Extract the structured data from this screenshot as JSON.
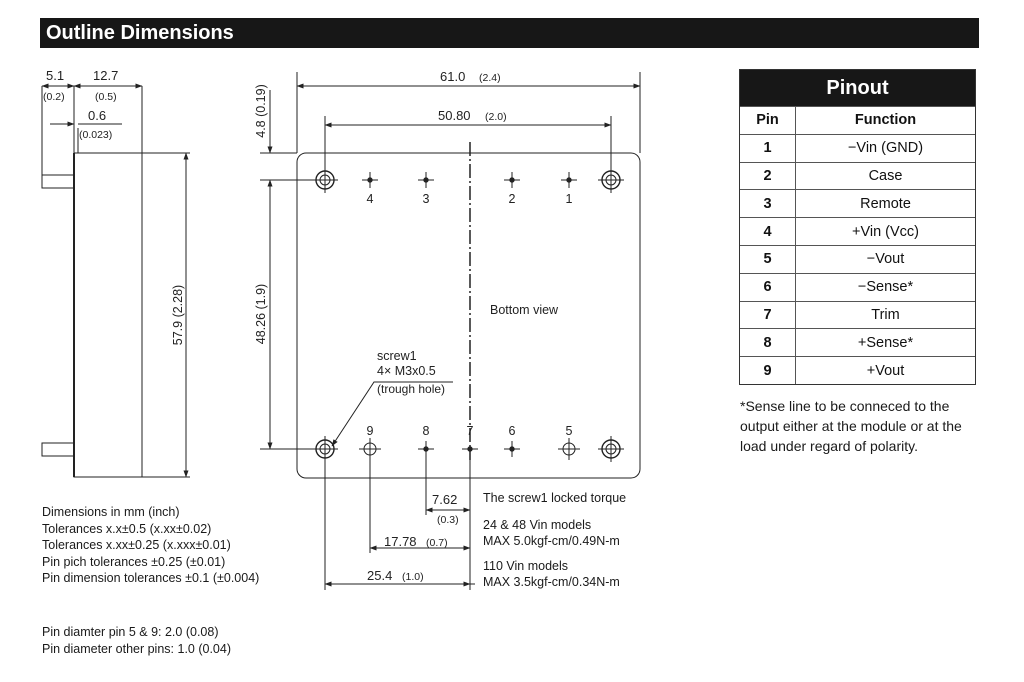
{
  "title": "Outline Dimensions",
  "side_view": {
    "dim_left_mm": "5.1",
    "dim_left_in": "(0.2)",
    "dim_top_mm": "12.7",
    "dim_top_in": "(0.5)",
    "dim_pin_mm": "0.6",
    "dim_pin_in": "(0.023)",
    "height": "57.9 (2.28)"
  },
  "bottom_view": {
    "label": "Bottom view",
    "width_mm": "61.0",
    "width_in": "(2.4)",
    "pin_span_mm": "50.80",
    "pin_span_in": "(2.0)",
    "top_offset": "4.8 (0.19)",
    "pin_height": "48.26 (1.9)",
    "screw_label": "screw1",
    "screw_spec": "4× M3x0.5",
    "screw_note": "(trough hole)",
    "top_pins": [
      "4",
      "3",
      "2",
      "1"
    ],
    "bottom_pins": [
      "9",
      "8",
      "7",
      "6",
      "5"
    ],
    "dim_a_mm": "7.62",
    "dim_a_in": "(0.3)",
    "dim_b_mm": "17.78",
    "dim_b_in": "(0.7)",
    "dim_c_mm": "25.4",
    "dim_c_in": "(1.0)"
  },
  "torque": {
    "heading": "The screw1 locked torque",
    "models_a": "24 & 48 Vin models",
    "spec_a": "MAX 5.0kgf-cm/0.49N-m",
    "models_b": "110 Vin models",
    "spec_b": "MAX 3.5kgf-cm/0.34N-m"
  },
  "notes": [
    "Dimensions in mm (inch)",
    "Tolerances x.x±0.5 (x.xx±0.02)",
    "Tolerances x.xx±0.25 (x.xxx±0.01)",
    "Pin pich tolerances ±0.25 (±0.01)",
    "Pin dimension tolerances ±0.1 (±0.004)"
  ],
  "pin_notes": [
    "Pin diamter pin 5 & 9: 2.0 (0.08)",
    "Pin diameter other pins: 1.0 (0.04)"
  ],
  "pinout": {
    "title": "Pinout",
    "col_pin": "Pin",
    "col_function": "Function",
    "rows": [
      {
        "pin": "1",
        "function": "−Vin (GND)"
      },
      {
        "pin": "2",
        "function": "Case"
      },
      {
        "pin": "3",
        "function": "Remote"
      },
      {
        "pin": "4",
        "function": "+Vin (Vcc)"
      },
      {
        "pin": "5",
        "function": "−Vout"
      },
      {
        "pin": "6",
        "function": "−Sense*"
      },
      {
        "pin": "7",
        "function": "Trim"
      },
      {
        "pin": "8",
        "function": "+Sense*"
      },
      {
        "pin": "9",
        "function": "+Vout"
      }
    ],
    "footnote": "*Sense line to be conneced to the output either at the module or at the load under regard of polarity."
  },
  "colors": {
    "header_bg": "#171717",
    "header_text": "#ffffff",
    "line": "#222222"
  }
}
